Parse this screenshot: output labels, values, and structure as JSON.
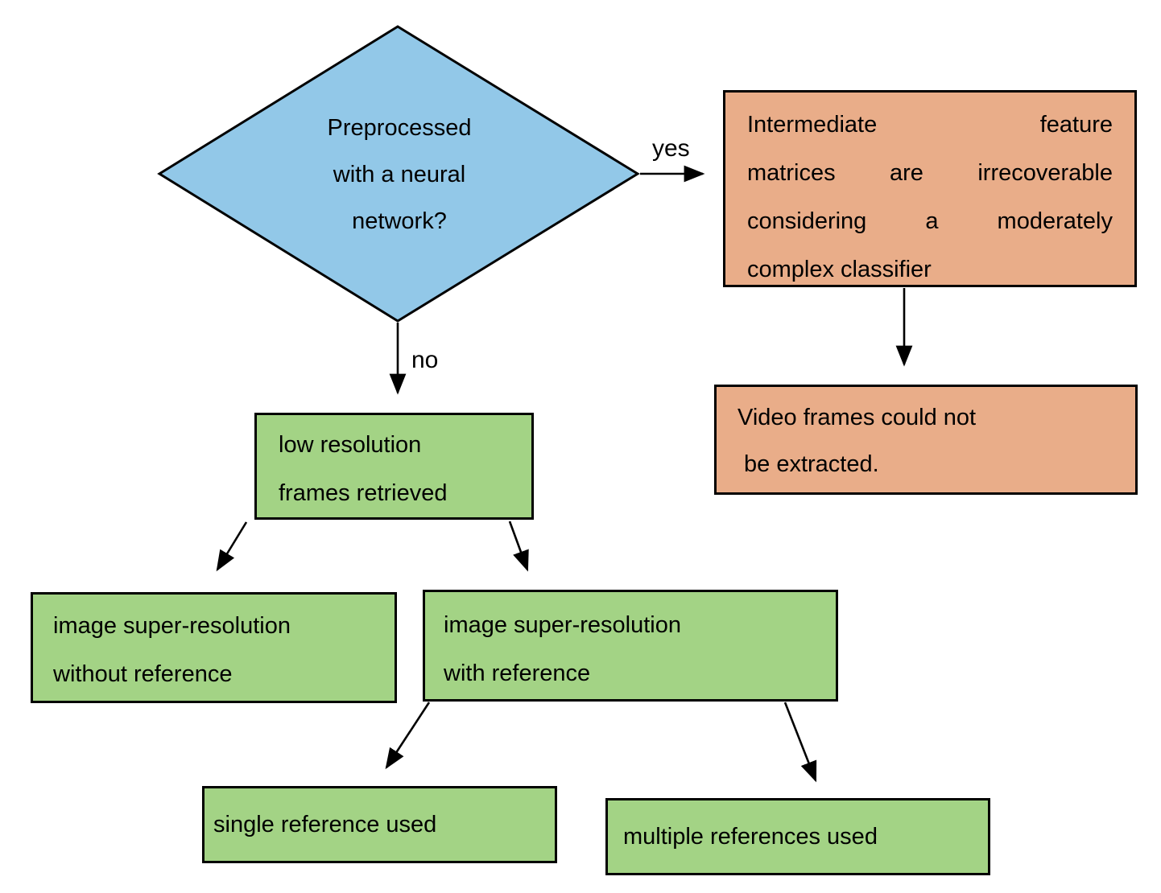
{
  "colors": {
    "decision_fill": "#92C8E8",
    "process_fill": "#A3D385",
    "outcome_fill": "#E9AD89",
    "stroke": "#000000",
    "text": "#000000",
    "background": "#FFFFFF"
  },
  "nodes": {
    "decision": {
      "lines": [
        "Preprocessed",
        "with a neural",
        "network?"
      ]
    },
    "feature_matrices": {
      "lines": [
        "Intermediate feature",
        "matrices are irrecoverable",
        "considering a moderately",
        "complex classifier"
      ]
    },
    "video_frames": {
      "lines": [
        "Video frames could not",
        "be extracted."
      ]
    },
    "low_res": {
      "lines": [
        "low resolution",
        "frames retrieved"
      ]
    },
    "sr_without_ref": {
      "lines": [
        "image super-resolution",
        "without reference"
      ]
    },
    "sr_with_ref": {
      "lines": [
        "image super-resolution",
        "with reference"
      ]
    },
    "single_ref": {
      "text": "single reference used"
    },
    "multi_ref": {
      "text": "multiple references used"
    }
  },
  "edges": {
    "yes_label": "yes",
    "no_label": "no"
  }
}
